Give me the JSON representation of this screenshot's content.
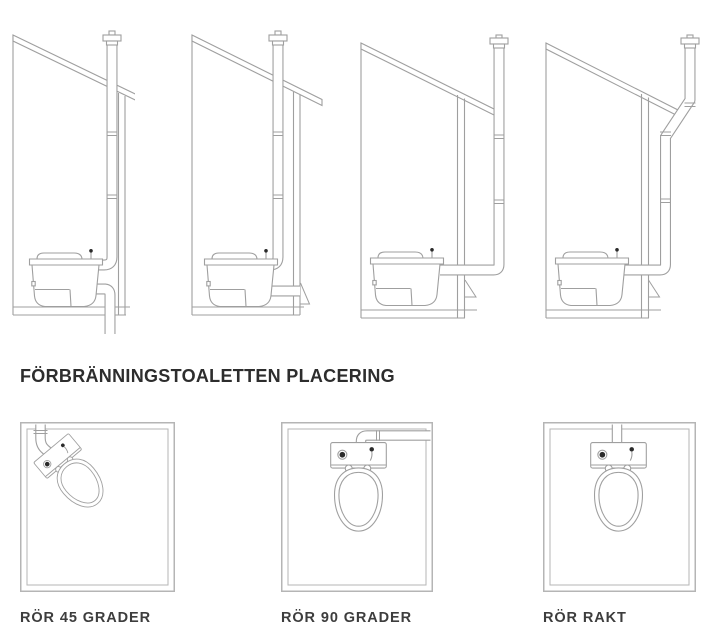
{
  "colors": {
    "background": "#ffffff",
    "diagram_line": "#9f9f9f",
    "box_border": "#b5b5b5",
    "dark_accent": "#2a2a2a",
    "heading_text": "#2d2d2d",
    "label_text": "#3d3d3d"
  },
  "heading": {
    "title": "FÖRBRÄNNINGSTOALETTEN PLACERING"
  },
  "installation_diagrams": {
    "items": [
      {
        "icon": "diagram-vent-pipe-inside-through-roof-outlet-below-floor"
      },
      {
        "icon": "diagram-vent-pipe-inside-through-roof-outlet-through-wall"
      },
      {
        "icon": "diagram-vent-pipe-outside-wall-straight"
      },
      {
        "icon": "diagram-vent-pipe-outside-wall-offset-around-roof"
      }
    ]
  },
  "placement": {
    "items": [
      {
        "label": "RÖR 45 GRADER",
        "icon": "diagram-top-view-pipe-45-degrees"
      },
      {
        "label": "RÖR 90 GRADER",
        "icon": "diagram-top-view-pipe-90-degrees"
      },
      {
        "label": "RÖR RAKT",
        "icon": "diagram-top-view-pipe-straight"
      }
    ]
  }
}
